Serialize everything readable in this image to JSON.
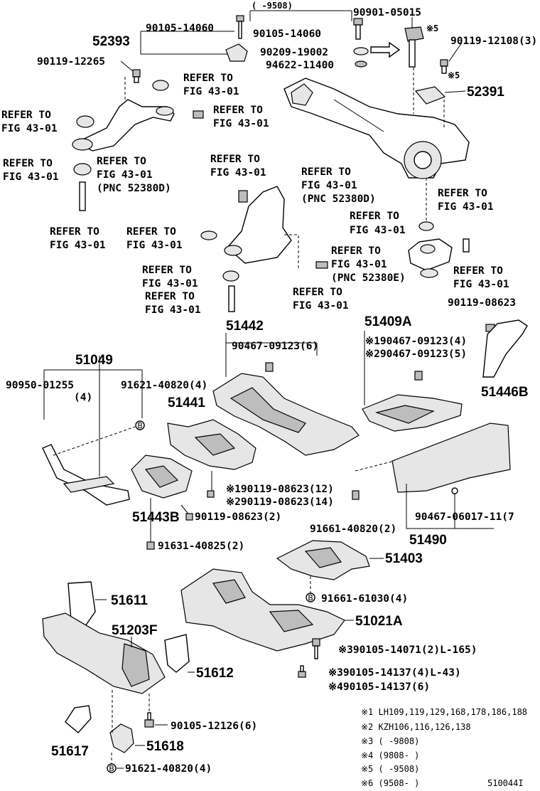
{
  "labels": {
    "p90105_14060_a": "90105-14060",
    "date_top": "(   -9508)",
    "p90901_05015": "90901-05015",
    "p52393": "52393",
    "p90105_14060_b": "90105-14060",
    "note5_top": "※5",
    "p90119_12108": "90119-12108(3)",
    "p90119_12265": "90119-12265",
    "p90209_19002": "90209-19002",
    "p94622_11400": "94622-11400",
    "note5_b": "※5",
    "p52391": "52391",
    "ref1_l1": "REFER TO",
    "ref1_l2": "FIG 43-01",
    "ref2_l1": "REFER TO",
    "ref2_l2": "FIG 43-01",
    "ref3_l1": "REFER TO",
    "ref3_l2": "FIG 43-01",
    "ref4_l1": "REFER TO",
    "ref4_l2": "FIG 43-01",
    "ref5_l1": "REFER TO",
    "ref5_l2": "FIG 43-01",
    "ref5_l3": "(PNC 52380D)",
    "ref6_l1": "REFER TO",
    "ref6_l2": "FIG 43-01",
    "ref7_l1": "REFER TO",
    "ref7_l2": "FIG 43-01",
    "ref7_l3": "(PNC 52380D)",
    "ref8_l1": "REFER TO",
    "ref8_l2": "FIG 43-01",
    "ref9_l1": "REFER TO",
    "ref9_l2": "FIG 43-01",
    "ref10_l1": "REFER TO",
    "ref10_l2": "FIG 43-01",
    "ref11_l1": "REFER TO",
    "ref11_l2": "FIG 43-01",
    "ref12_l1": "REFER TO",
    "ref12_l2": "FIG 43-01",
    "ref12_l3": "(PNC 52380E)",
    "ref13_l1": "REFER TO",
    "ref13_l2": "FIG 43-01",
    "ref14_l1": "REFER TO",
    "ref14_l2": "FIG 43-01",
    "ref15_l1": "REFER TO",
    "ref15_l2": "FIG 43-01",
    "ref16_l1": "REFER TO",
    "ref16_l2": "FIG 43-01",
    "p51442": "51442",
    "p90467_09123_6": "90467-09123(6)",
    "p51409A": "51409A",
    "n1_90467": "※190467-09123(4)",
    "n2_90467": "※290467-09123(5)",
    "p90119_08623": "90119-08623",
    "p51446B": "51446B",
    "p51049": "51049",
    "p90950_01255": "90950-01255",
    "p90950_qty": "(4)",
    "p91621_40820_4": "91621-40820(4)",
    "p51441": "51441",
    "n1_90119": "※190119-08623(12)",
    "n2_90119": "※290119-08623(14)",
    "p51443B": "51443B",
    "p90119_08623_2": "90119-08623(2)",
    "p91661_40820": "91661-40820(2)",
    "p90467_06017": "90467-06017-11(7",
    "p51490": "51490",
    "p91631_40825": "91631-40825(2)",
    "p51403": "51403",
    "p91661_61030": "91661-61030(4)",
    "p51611": "51611",
    "p51021A": "51021A",
    "p51203F": "51203F",
    "p90105_14071": "※390105-14071(2)L-165)",
    "p51612": "51612",
    "p90105_14137_4": "※390105-14137(4)L-43)",
    "p90105_14137_6": "※490105-14137(6)",
    "p90105_12126": "90105-12126(6)",
    "p51617": "51617",
    "p51618": "51618",
    "p91621_40820_b": "91621-40820(4)",
    "clip_symbol": "B"
  },
  "notes": [
    "※1  LH109,119,129,168,178,186,188",
    "※2  KZH106,116,126,138",
    "※3  (    -9808)",
    "※4  (9808-    )",
    "※5  (      -9508)",
    "※6  (9508-    )"
  ],
  "diagram_id": "510044I"
}
